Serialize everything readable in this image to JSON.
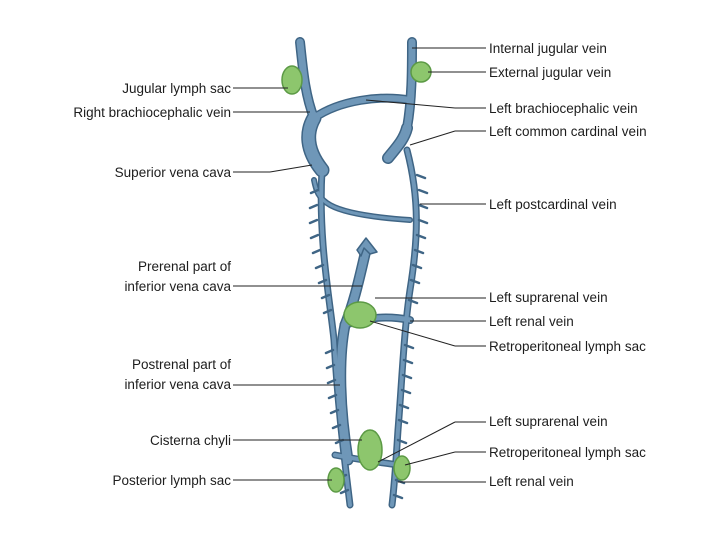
{
  "left_labels": [
    "Jugular lymph sac",
    "Right brachiocephalic vein",
    "Superior vena cava",
    "Prerenal part of",
    "inferior vena cava",
    "Postrenal part of",
    "inferior vena cava",
    "Cisterna chyli",
    "Posterior lymph sac"
  ],
  "right_labels": [
    "Internal jugular vein",
    "External jugular vein",
    "Left brachiocephalic vein",
    "Left common cardinal vein",
    "Left postcardinal vein",
    "Left suprarenal vein",
    "Left renal vein",
    "Retroperitoneal lymph sac",
    "Left suprarenal vein",
    "Retroperitoneal lymph sac",
    "Left renal vein"
  ],
  "colors": {
    "vein_fill": "#6f97b8",
    "vein_edge": "#3f6585",
    "lymph_fill": "#8dc66d",
    "lymph_edge": "#5c9a45",
    "leader_line": "#222222"
  }
}
